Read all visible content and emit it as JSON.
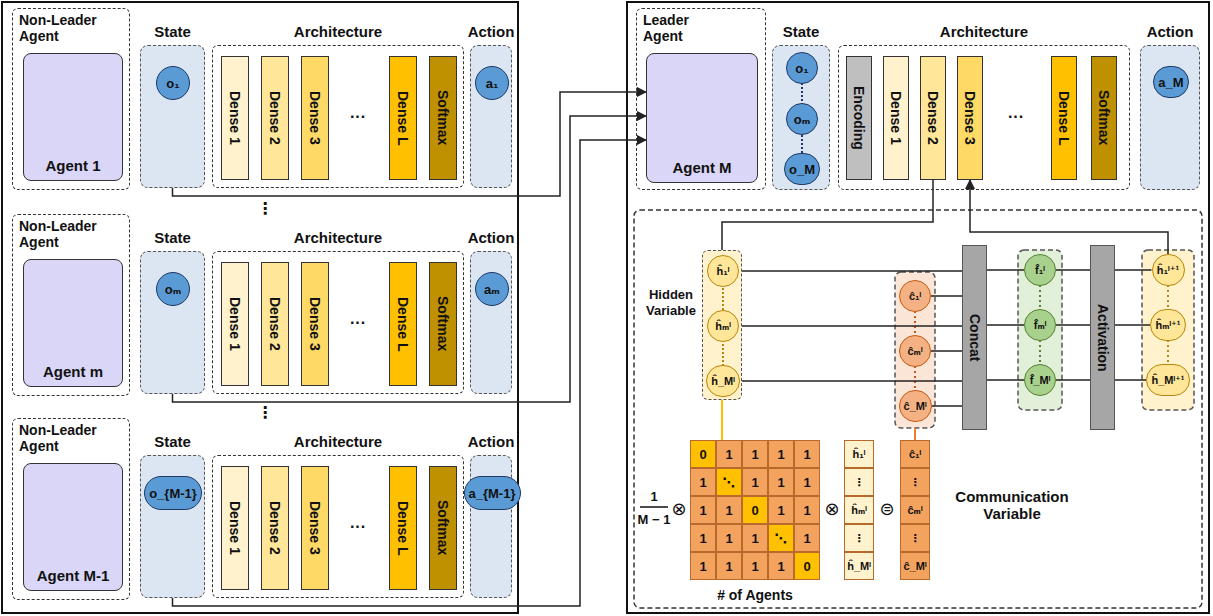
{
  "diagram": {
    "nodes": [
      {
        "text": [
          "Non-Leader Agent"
        ]
      },
      {
        "text": [
          "Agent 1"
        ],
        "in": 0
      },
      {
        "text": [
          "State"
        ]
      },
      {
        "text": [
          "o₁"
        ],
        "in": 2
      },
      {
        "text": [
          "Architecture"
        ]
      },
      {
        "text": [
          "Dense 1"
        ],
        "in": 4
      },
      {
        "text": [
          "Dense 2"
        ],
        "in": 4
      },
      {
        "text": [
          "Dense 3"
        ],
        "in": 4
      },
      {
        "text": [
          "Dense L"
        ],
        "in": 4
      },
      {
        "text": [
          "Softmax"
        ],
        "in": 4
      },
      {
        "text": [
          "Action"
        ]
      },
      {
        "text": [
          "a₁"
        ],
        "in": 10
      },
      {
        "text": [
          "Non-Leader Agent"
        ]
      },
      {
        "text": [
          "Agent m"
        ],
        "in": 12
      },
      {
        "text": [
          "State"
        ]
      },
      {
        "text": [
          "oₘ"
        ],
        "in": 14
      },
      {
        "text": [
          "Architecture"
        ]
      },
      {
        "text": [
          "Dense 1"
        ],
        "in": 16
      },
      {
        "text": [
          "Dense 2"
        ],
        "in": 16
      },
      {
        "text": [
          "Dense 3"
        ],
        "in": 16
      },
      {
        "text": [
          "Dense L"
        ],
        "in": 16
      },
      {
        "text": [
          "Softmax"
        ],
        "in": 16
      },
      {
        "text": [
          "Action"
        ]
      },
      {
        "text": [
          "aₘ"
        ],
        "in": 22
      },
      {
        "text": [
          "Non-Leader Agent"
        ]
      },
      {
        "text": [
          "Agent M-1"
        ],
        "in": 24
      },
      {
        "text": [
          "State"
        ]
      },
      {
        "text": [
          "o_{M-1}"
        ],
        "in": 26
      },
      {
        "text": [
          "Architecture"
        ]
      },
      {
        "text": [
          "Dense 1"
        ],
        "in": 28
      },
      {
        "text": [
          "Dense 2"
        ],
        "in": 28
      },
      {
        "text": [
          "Dense 3"
        ],
        "in": 28
      },
      {
        "text": [
          "Dense L"
        ],
        "in": 28
      },
      {
        "text": [
          "Softmax"
        ],
        "in": 28
      },
      {
        "text": [
          "Action"
        ]
      },
      {
        "text": [
          "a_{M-1}"
        ],
        "in": 34
      },
      {
        "text": [
          "Leader Agent"
        ]
      },
      {
        "text": [
          "Agent M"
        ],
        "in": 36
      },
      {
        "text": [
          "State"
        ]
      },
      {
        "text": [
          "o₁"
        ],
        "in": 38
      },
      {
        "text": [
          "oₘ"
        ],
        "in": 38
      },
      {
        "text": [
          "o_M"
        ],
        "in": 38
      },
      {
        "text": [
          "Architecture"
        ]
      },
      {
        "text": [
          "Encoding"
        ],
        "in": 42
      },
      {
        "text": [
          "Dense 1"
        ],
        "in": 42
      },
      {
        "text": [
          "Dense 2"
        ],
        "in": 42
      },
      {
        "text": [
          "Dense 3"
        ],
        "in": 42
      },
      {
        "text": [
          "Dense L"
        ],
        "in": 42
      },
      {
        "text": [
          "Softmax"
        ],
        "in": 42
      },
      {
        "text": [
          "Action"
        ]
      },
      {
        "text": [
          "a_M"
        ],
        "in": 49
      },
      {
        "text": [
          "Hidden Variable"
        ]
      },
      {
        "text": [
          "ĥ₁ˡ"
        ],
        "in": 51
      },
      {
        "text": [
          "ĥₘˡ"
        ],
        "in": 51
      },
      {
        "text": [
          "ĥ_Mˡ"
        ],
        "in": 51
      },
      {
        "text": [
          "ĉ₁ˡ"
        ]
      },
      {
        "text": [
          "ĉₘˡ"
        ]
      },
      {
        "text": [
          "ĉ_Mˡ"
        ]
      },
      {
        "text": [
          "Concat"
        ]
      },
      {
        "text": [
          "f̂₁ˡ"
        ]
      },
      {
        "text": [
          "f̂ₘˡ"
        ]
      },
      {
        "text": [
          "f̂_Mˡ"
        ]
      },
      {
        "text": [
          "Activation"
        ]
      },
      {
        "text": [
          "ĥ₁ˡ⁺¹"
        ]
      },
      {
        "text": [
          "ĥₘˡ⁺¹"
        ]
      },
      {
        "text": [
          "ĥ_Mˡ⁺¹"
        ]
      }
    ],
    "edges": [
      {
        "from": 2,
        "to": 37,
        "arrow": "to"
      },
      {
        "from": 14,
        "to": 37,
        "arrow": "to"
      },
      {
        "from": 26,
        "to": 37,
        "arrow": "to"
      },
      {
        "from": 45,
        "to": 51,
        "arrow": "none"
      },
      {
        "from": 63,
        "to": 46,
        "arrow": "to"
      },
      {
        "from": 52,
        "to": 58,
        "arrow": "none"
      },
      {
        "from": 53,
        "to": 58,
        "arrow": "none"
      },
      {
        "from": 54,
        "to": 58,
        "arrow": "none"
      },
      {
        "from": 55,
        "to": 58,
        "arrow": "none"
      },
      {
        "from": 56,
        "to": 58,
        "arrow": "none"
      },
      {
        "from": 57,
        "to": 58,
        "arrow": "none"
      },
      {
        "from": 58,
        "to": 59,
        "arrow": "none"
      },
      {
        "from": 58,
        "to": 60,
        "arrow": "none"
      },
      {
        "from": 58,
        "to": 61,
        "arrow": "none"
      },
      {
        "from": 59,
        "to": 62,
        "arrow": "none"
      },
      {
        "from": 60,
        "to": 62,
        "arrow": "none"
      },
      {
        "from": 61,
        "to": 62,
        "arrow": "none"
      },
      {
        "from": 62,
        "to": 63,
        "arrow": "none"
      },
      {
        "from": 62,
        "to": 64,
        "arrow": "none"
      },
      {
        "from": 62,
        "to": 65,
        "arrow": "none"
      }
    ],
    "labels": [
      "⋮",
      "⋮",
      "···",
      "···",
      "···",
      "···",
      "1",
      "M − 1",
      "⊗",
      "0",
      "1",
      "1",
      "1",
      "1",
      "1",
      "⋱",
      "1",
      "1",
      "1",
      "1",
      "1",
      "0",
      "1",
      "1",
      "1",
      "1",
      "1",
      "⋱",
      "1",
      "1",
      "1",
      "1",
      "1",
      "0",
      "⊗",
      "ĥ₁ˡ",
      "⋮",
      "ĥₘˡ",
      "⋮",
      "ĥ_Mˡ",
      "⊜",
      "ĉ₁ˡ",
      "⋮",
      "ĉₘˡ",
      "⋮",
      "ĉ_Mˡ",
      "# of Agents",
      "Communication Variable"
    ]
  }
}
